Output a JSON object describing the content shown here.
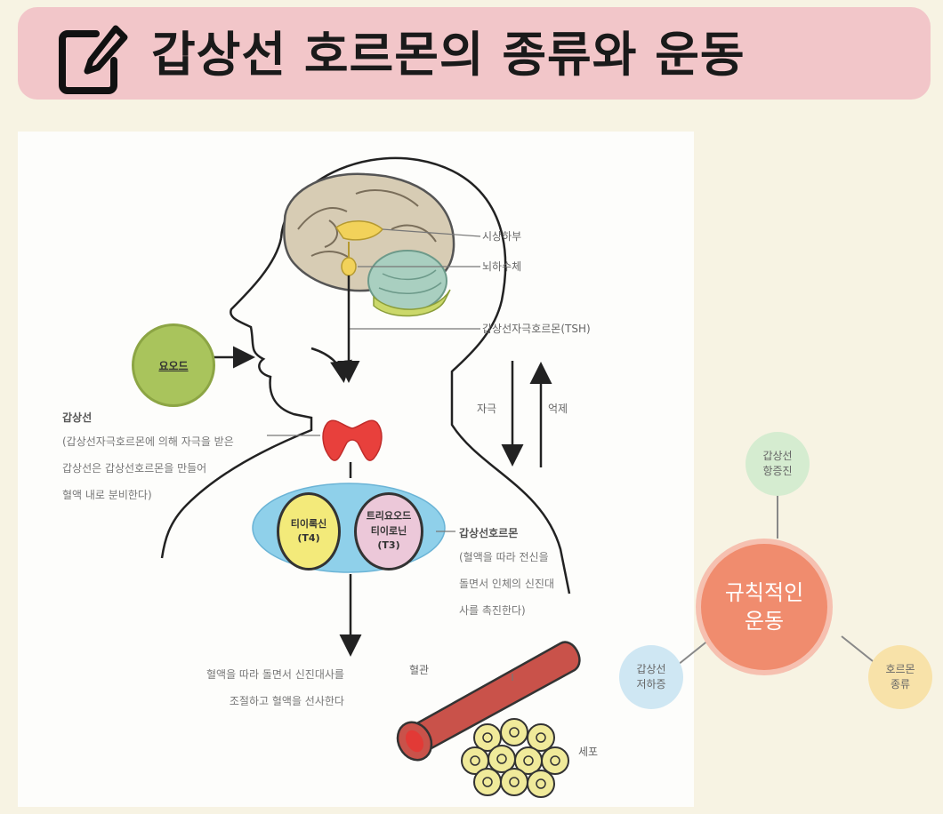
{
  "header": {
    "title": "갑상선 호르몬의 종류와 운동",
    "icon": "note-edit-icon"
  },
  "diagram": {
    "brain_labels": {
      "hypothalamus": "시상하부",
      "pituitary": "뇌하수체",
      "tsh": "갑상선자극호르몬(TSH)"
    },
    "feedback": {
      "stimulate": "자극",
      "inhibit": "억제"
    },
    "iodine": "요오드",
    "thyroid": {
      "title": "갑상선",
      "desc": [
        "(갑상선자극호르몬에 의해 자극을 받은",
        "갑상선은 갑상선호르몬을 만들어",
        "혈액 내로 분비한다)"
      ]
    },
    "t4": {
      "line1": "티이록신",
      "line2": "(T4)"
    },
    "t3": {
      "line1": "트리요오드",
      "line2": "티이로닌",
      "line3": "(T3)"
    },
    "thyroid_hormone": {
      "title": "갑상선호르몬",
      "desc": [
        "(혈액을 따라 전신을",
        "돌면서 인체의 신진대",
        "사를 촉진한다)"
      ]
    },
    "blood_text": [
      "혈액을 따라 돌면서 신진대사를",
      "조절하고 혈액을 선사한다"
    ],
    "vessel": "혈관",
    "cell": "세포"
  },
  "mindmap": {
    "center": [
      "규칙적인",
      "운동"
    ],
    "top": [
      "갑상선",
      "항증진"
    ],
    "left": [
      "갑상선",
      "저하증"
    ],
    "right": [
      "호르몬",
      "종류"
    ]
  },
  "colors": {
    "background": "#f7f3e3",
    "banner": "#f2c6c9",
    "iodine": "#a9c45c",
    "thyroid_gland": "#e8403c",
    "hormone_oval": "#8fd0ea",
    "t4": "#f3ea7a",
    "t3": "#ecc8d9",
    "vessel": "#c9524a",
    "cells": "#f0ea9a",
    "mindmap_center": "#f08c6e"
  }
}
